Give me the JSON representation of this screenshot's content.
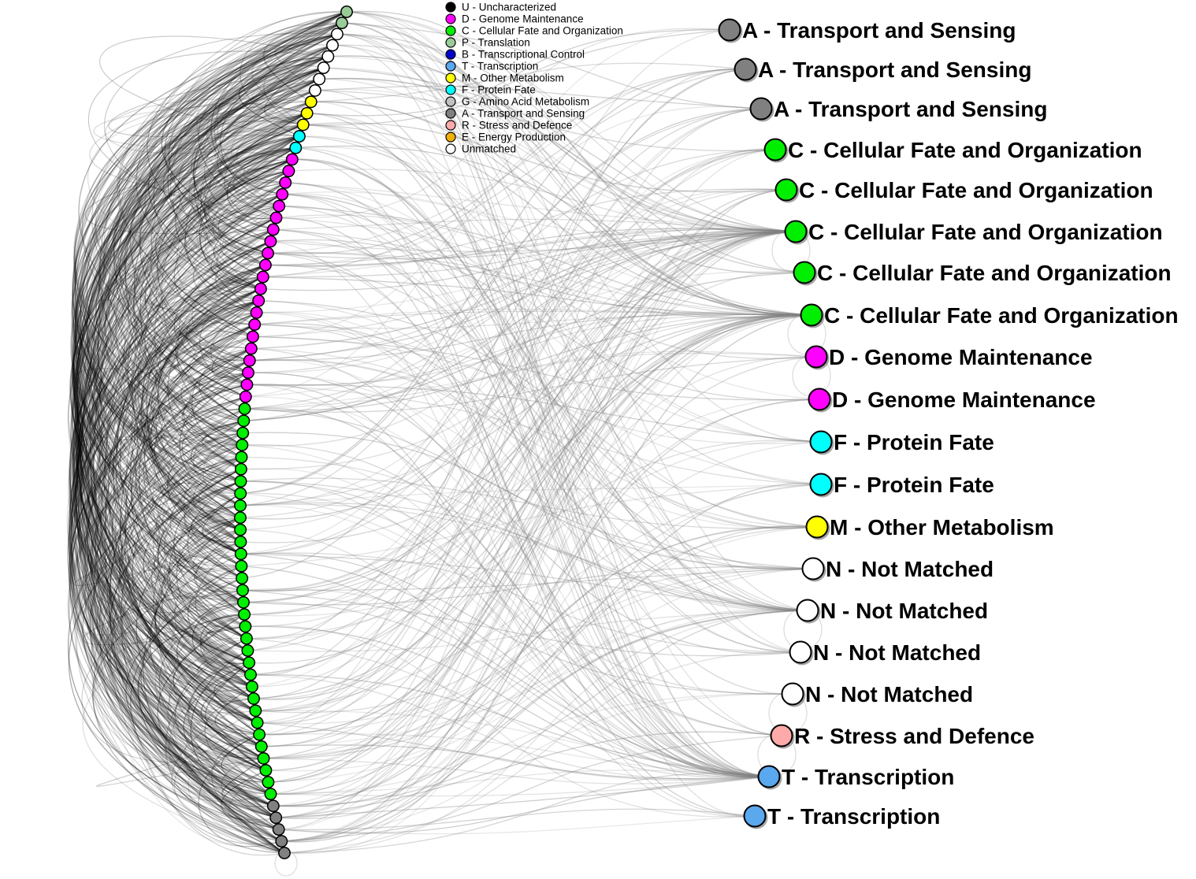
{
  "legend": {
    "items": [
      {
        "code": "U",
        "label": "U - Uncharacterized",
        "color": "#000000"
      },
      {
        "code": "D",
        "label": "D - Genome Maintenance",
        "color": "#ff00ff"
      },
      {
        "code": "C",
        "label": "C - Cellular Fate and Organization",
        "color": "#00ee00"
      },
      {
        "code": "P",
        "label": "P - Translation",
        "color": "#99cc99"
      },
      {
        "code": "B",
        "label": "B - Transcriptional Control",
        "color": "#0000cc"
      },
      {
        "code": "T",
        "label": "T - Transcription",
        "color": "#5aa8ee"
      },
      {
        "code": "M",
        "label": "M - Other Metabolism",
        "color": "#ffff00"
      },
      {
        "code": "F",
        "label": "F - Protein Fate",
        "color": "#00ffff"
      },
      {
        "code": "G",
        "label": "G - Amino Acid Metabolism",
        "color": "#c0c0c0"
      },
      {
        "code": "A",
        "label": "A - Transport and Sensing",
        "color": "#808080"
      },
      {
        "code": "R",
        "label": "R - Stress and Defence",
        "color": "#ffaaaa"
      },
      {
        "code": "E",
        "label": "E - Energy Production",
        "color": "#f0b000"
      },
      {
        "code": "N",
        "label": "Unmatched",
        "color": "#ffffff"
      }
    ]
  },
  "hubs": [
    {
      "label": "A - Transport and Sensing",
      "code": "A"
    },
    {
      "label": "A - Transport and Sensing",
      "code": "A"
    },
    {
      "label": "A - Transport and Sensing",
      "code": "A"
    },
    {
      "label": "C - Cellular Fate and Organization",
      "code": "C"
    },
    {
      "label": "C - Cellular Fate and Organization",
      "code": "C"
    },
    {
      "label": "C - Cellular Fate and Organization",
      "code": "C"
    },
    {
      "label": "C - Cellular Fate and Organization",
      "code": "C"
    },
    {
      "label": "C - Cellular Fate and Organization",
      "code": "C"
    },
    {
      "label": "D - Genome Maintenance",
      "code": "D"
    },
    {
      "label": "D - Genome Maintenance",
      "code": "D"
    },
    {
      "label": "F - Protein Fate",
      "code": "F"
    },
    {
      "label": "F - Protein Fate",
      "code": "F"
    },
    {
      "label": "M - Other Metabolism",
      "code": "M"
    },
    {
      "label": "N - Not Matched",
      "code": "N"
    },
    {
      "label": "N - Not Matched",
      "code": "N"
    },
    {
      "label": "N - Not Matched",
      "code": "N"
    },
    {
      "label": "N - Not Matched",
      "code": "N"
    },
    {
      "label": "R - Stress and Defence",
      "code": "R"
    },
    {
      "label": "T - Transcription",
      "code": "T"
    },
    {
      "label": "T - Transcription",
      "code": "T"
    }
  ],
  "arc_nodes": [
    {
      "code": "P",
      "count": 2
    },
    {
      "code": "N",
      "count": 6
    },
    {
      "code": "M",
      "count": 3
    },
    {
      "code": "F",
      "count": 2
    },
    {
      "code": "D",
      "count": 21
    },
    {
      "code": "C",
      "count": 33
    },
    {
      "code": "A",
      "count": 5
    }
  ]
}
